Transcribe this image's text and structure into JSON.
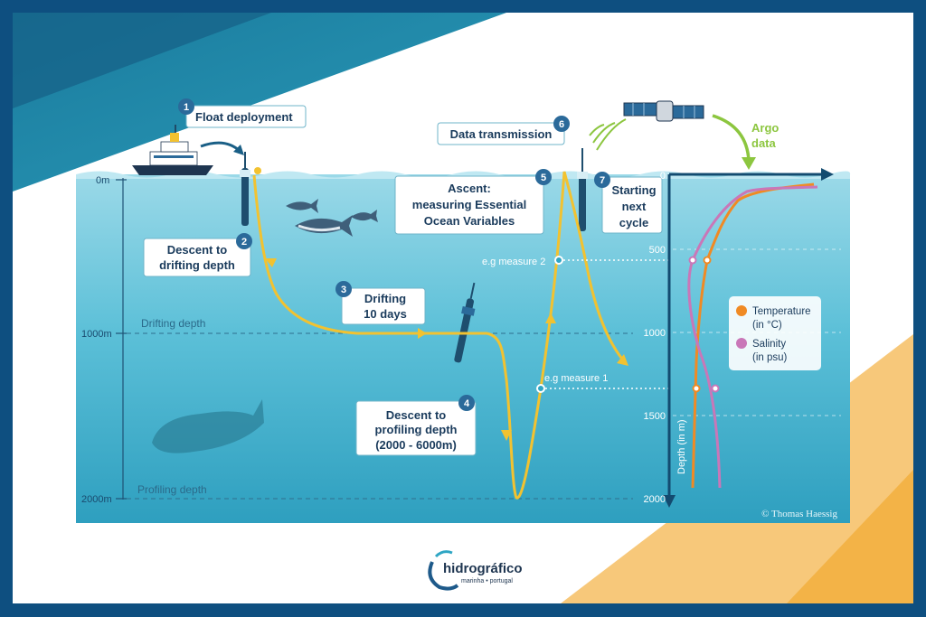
{
  "labels": {
    "step1": "Float deployment",
    "step2_line1": "Descent to",
    "step2_line2": "drifting depth",
    "step3_line1": "Drifting",
    "step3_line2": "10 days",
    "step4_line1": "Descent to",
    "step4_line2": "profiling depth",
    "step4_line3": "(2000 - 6000m)",
    "step5_line1": "Ascent:",
    "step5_line2": "measuring Essential",
    "step5_line3": "Ocean Variables",
    "step6": "Data transmission",
    "step7_line1": "Starting",
    "step7_line2": "next",
    "step7_line3": "cycle"
  },
  "badges": [
    "1",
    "2",
    "3",
    "4",
    "5",
    "6",
    "7"
  ],
  "left_depths": [
    "0m",
    "1000m",
    "2000m"
  ],
  "zones": {
    "drifting": "Drifting depth",
    "profiling": "Profiling depth"
  },
  "measures": {
    "m2": "e.g measure 2",
    "m1": "e.g measure 1"
  },
  "argo": {
    "line1": "Argo",
    "line2": "data"
  },
  "profile_axis": {
    "ticks": [
      "0",
      "500",
      "1000",
      "1500",
      "2000"
    ],
    "label": "Depth (in m)"
  },
  "legend": {
    "temp_line1": "Temperature",
    "temp_line2": "(in °C)",
    "sal_line1": "Salinity",
    "sal_line2": "(in psu)"
  },
  "credit": "© Thomas Haessig",
  "logo": {
    "name": "hidrográfico",
    "sub": "marinha • portugal"
  },
  "colors": {
    "navy": "#0e4f80",
    "ocean_top": "#8fd3e3",
    "ocean_bottom": "#2fa6c4",
    "trajectory": "#f2c230",
    "temperature": "#f08a24",
    "salinity": "#c977b8",
    "argo_arrow": "#8cc63f"
  }
}
